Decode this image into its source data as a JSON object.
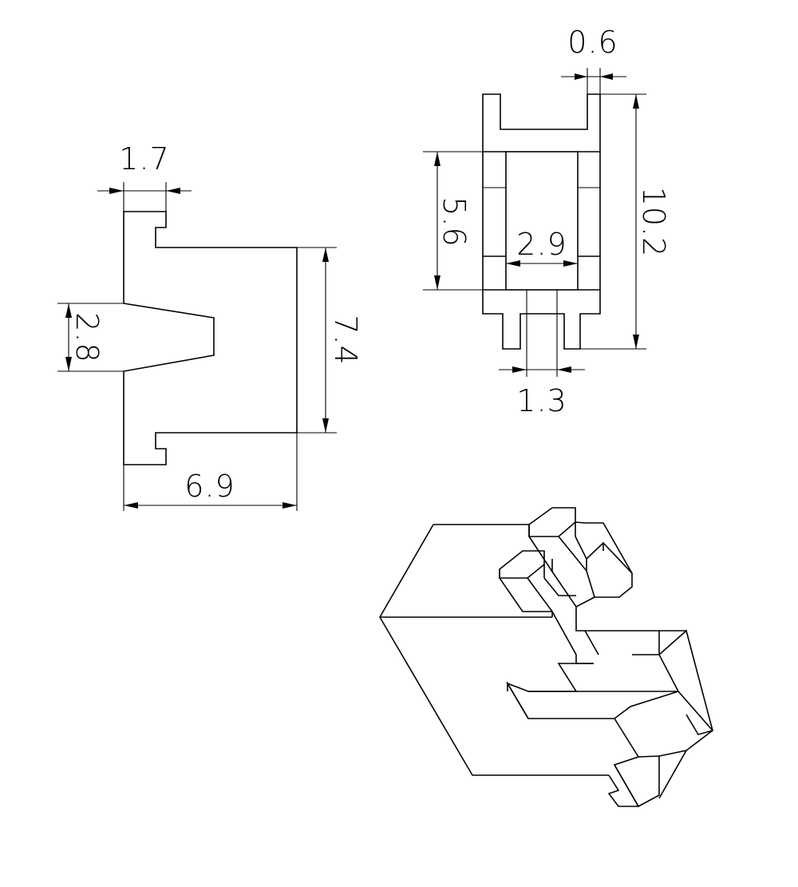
{
  "dimensions": {
    "side_top_width": "1.7",
    "side_notch_height": "2.8",
    "side_height": "7.4",
    "side_width": "6.9",
    "front_wall_thickness": "0.6",
    "front_overall_height": "10.2",
    "front_inner_height": "5.6",
    "front_inner_width": "2.9",
    "front_slot_width": "1.3"
  }
}
